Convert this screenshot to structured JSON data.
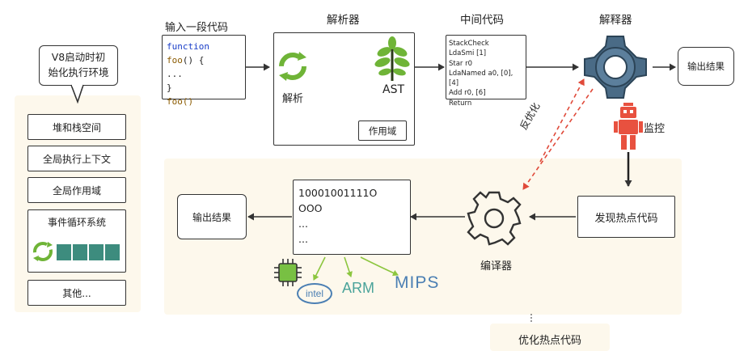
{
  "colors": {
    "panel_bg": "#fdf8ec",
    "arrow": "#333333",
    "red_dashed": "#e04a3a",
    "green": "#6fb437",
    "teal": "#3d8c7e",
    "gear_blue": "#4a6b86",
    "robot_red": "#e8513f",
    "chip_green": "#78c043",
    "mips_blue": "#4b7fb3",
    "arm_teal": "#4aa39a"
  },
  "sidebar": {
    "bubble_line1": "V8启动时初",
    "bubble_line2": "始化执行环境",
    "items": [
      "堆和栈空间",
      "全局执行上下文",
      "全局作用域",
      "事件循环系统",
      "其他..."
    ]
  },
  "source": {
    "title": "输入一段代码",
    "code_kw": "function",
    "code_fn": "foo",
    "code_rest": "() {",
    "line2": "...",
    "line3": "}",
    "line4": "foo()"
  },
  "parser": {
    "title": "解析器",
    "parse_label": "解析",
    "ast_label": "AST",
    "scope_label": "作用域",
    "icons": [
      "recycle-arrows-icon",
      "tree-icon"
    ]
  },
  "bytecode": {
    "title": "中间代码",
    "lines": [
      "StackCheck",
      "LdaSmi [1]",
      "Star r0",
      "LdaNamed a0, [0], [4]",
      "Add r0, [6]",
      "Return"
    ]
  },
  "interpreter": {
    "title": "解释器",
    "output_label": "输出结果",
    "monitor_label": "监控",
    "deopt_label": "反优化",
    "icons": [
      "gear-icon",
      "robot-icon"
    ]
  },
  "compiler": {
    "hot_code_label": "发现热点代码",
    "compiler_label": "编译器",
    "machine_code_line1": "10001001111O",
    "machine_code_line2": "OOO",
    "machine_code_line3": "...",
    "machine_code_line4": "...",
    "output_label": "输出结果",
    "optimize_label": "优化热点代码",
    "targets": [
      "intel",
      "ARM",
      "MIPS"
    ],
    "icons": [
      "gear-icon",
      "chip-icon"
    ]
  }
}
